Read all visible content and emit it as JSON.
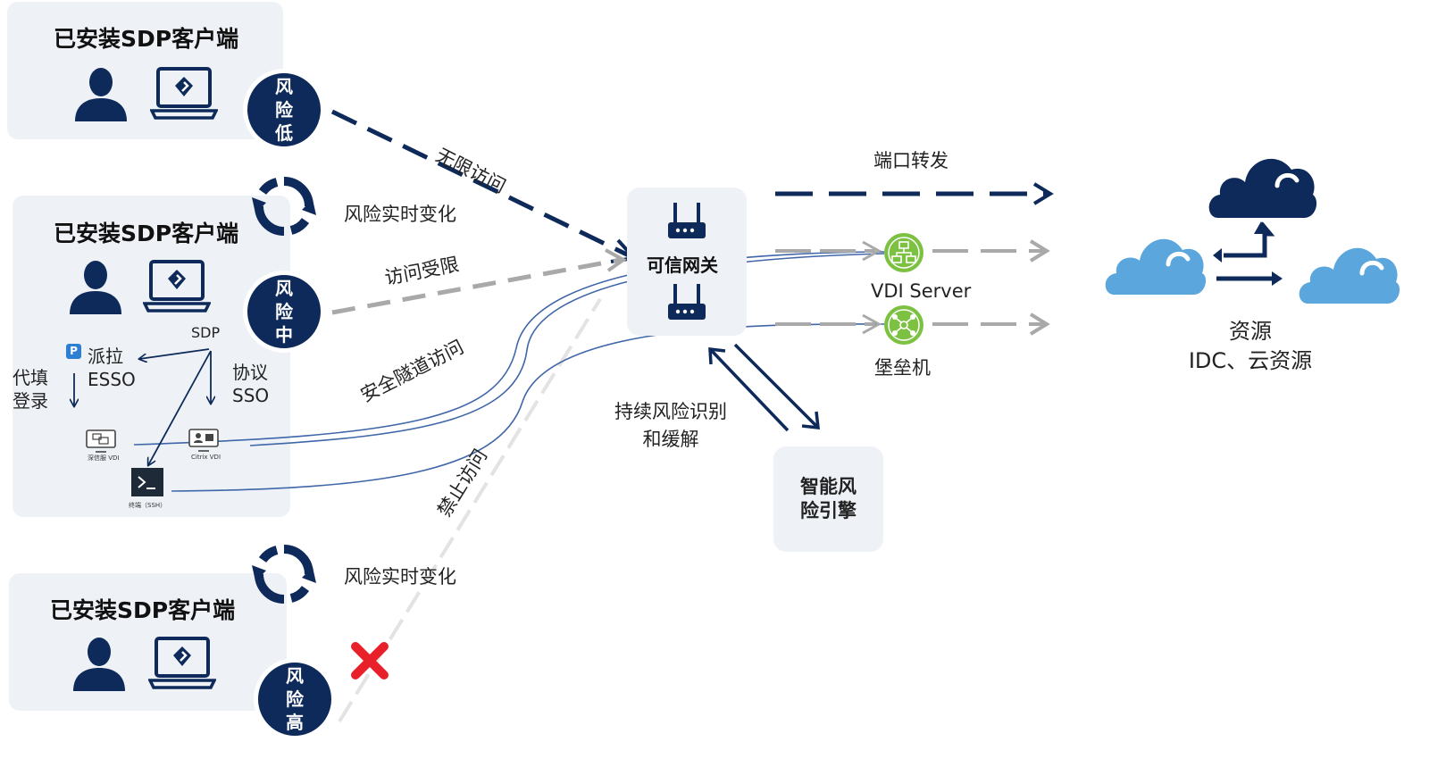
{
  "clients": [
    {
      "title": "已安装SDP客户端",
      "risk": [
        "风",
        "险",
        "低"
      ]
    },
    {
      "title": "已安装SDP客户端",
      "risk": [
        "风",
        "险",
        "中"
      ]
    },
    {
      "title": "已安装SDP客户端",
      "risk": [
        "风",
        "险",
        "高"
      ]
    }
  ],
  "risk_change_label": "风险实时变化",
  "links": {
    "unlimited": "无限访问",
    "limited": "访问受限",
    "tunnel": "安全隧道访问",
    "forbidden": "禁止访问",
    "port_forward": "端口转发",
    "continuous": [
      "持续风险识别",
      "和缓解"
    ]
  },
  "sso_flow": {
    "sdp": "SDP",
    "esso": [
      "派拉",
      "ESSO"
    ],
    "fill_login": [
      "代填",
      "登录"
    ],
    "protocol_sso": [
      "协议",
      "SSO"
    ],
    "vdi1": "深信服 VDI",
    "vdi2": "Citrix VDI",
    "terminal": "终端（SSH）"
  },
  "gateway": {
    "title": "可信网关"
  },
  "engine": {
    "title": [
      "智能风",
      "险引擎"
    ]
  },
  "servers": {
    "vdi": "VDI Server",
    "bastion": "堡垒机"
  },
  "resources": {
    "label": [
      "资源",
      "IDC、云资源"
    ]
  },
  "colors": {
    "navy": "#0e2a5a",
    "gray_arrow": "#a9a9a9",
    "blue_line": "#3f66a8",
    "cloud_light": "#5ba6dc",
    "panel_bg": "#eef2f7",
    "green": "#7dc142",
    "red_x": "#e8202a"
  },
  "icons": [
    "user-icon",
    "laptop-icon",
    "sync-icon",
    "router-icon",
    "network-icon",
    "cloud-icon",
    "close-x-icon",
    "terminal-icon",
    "monitor-icon"
  ]
}
